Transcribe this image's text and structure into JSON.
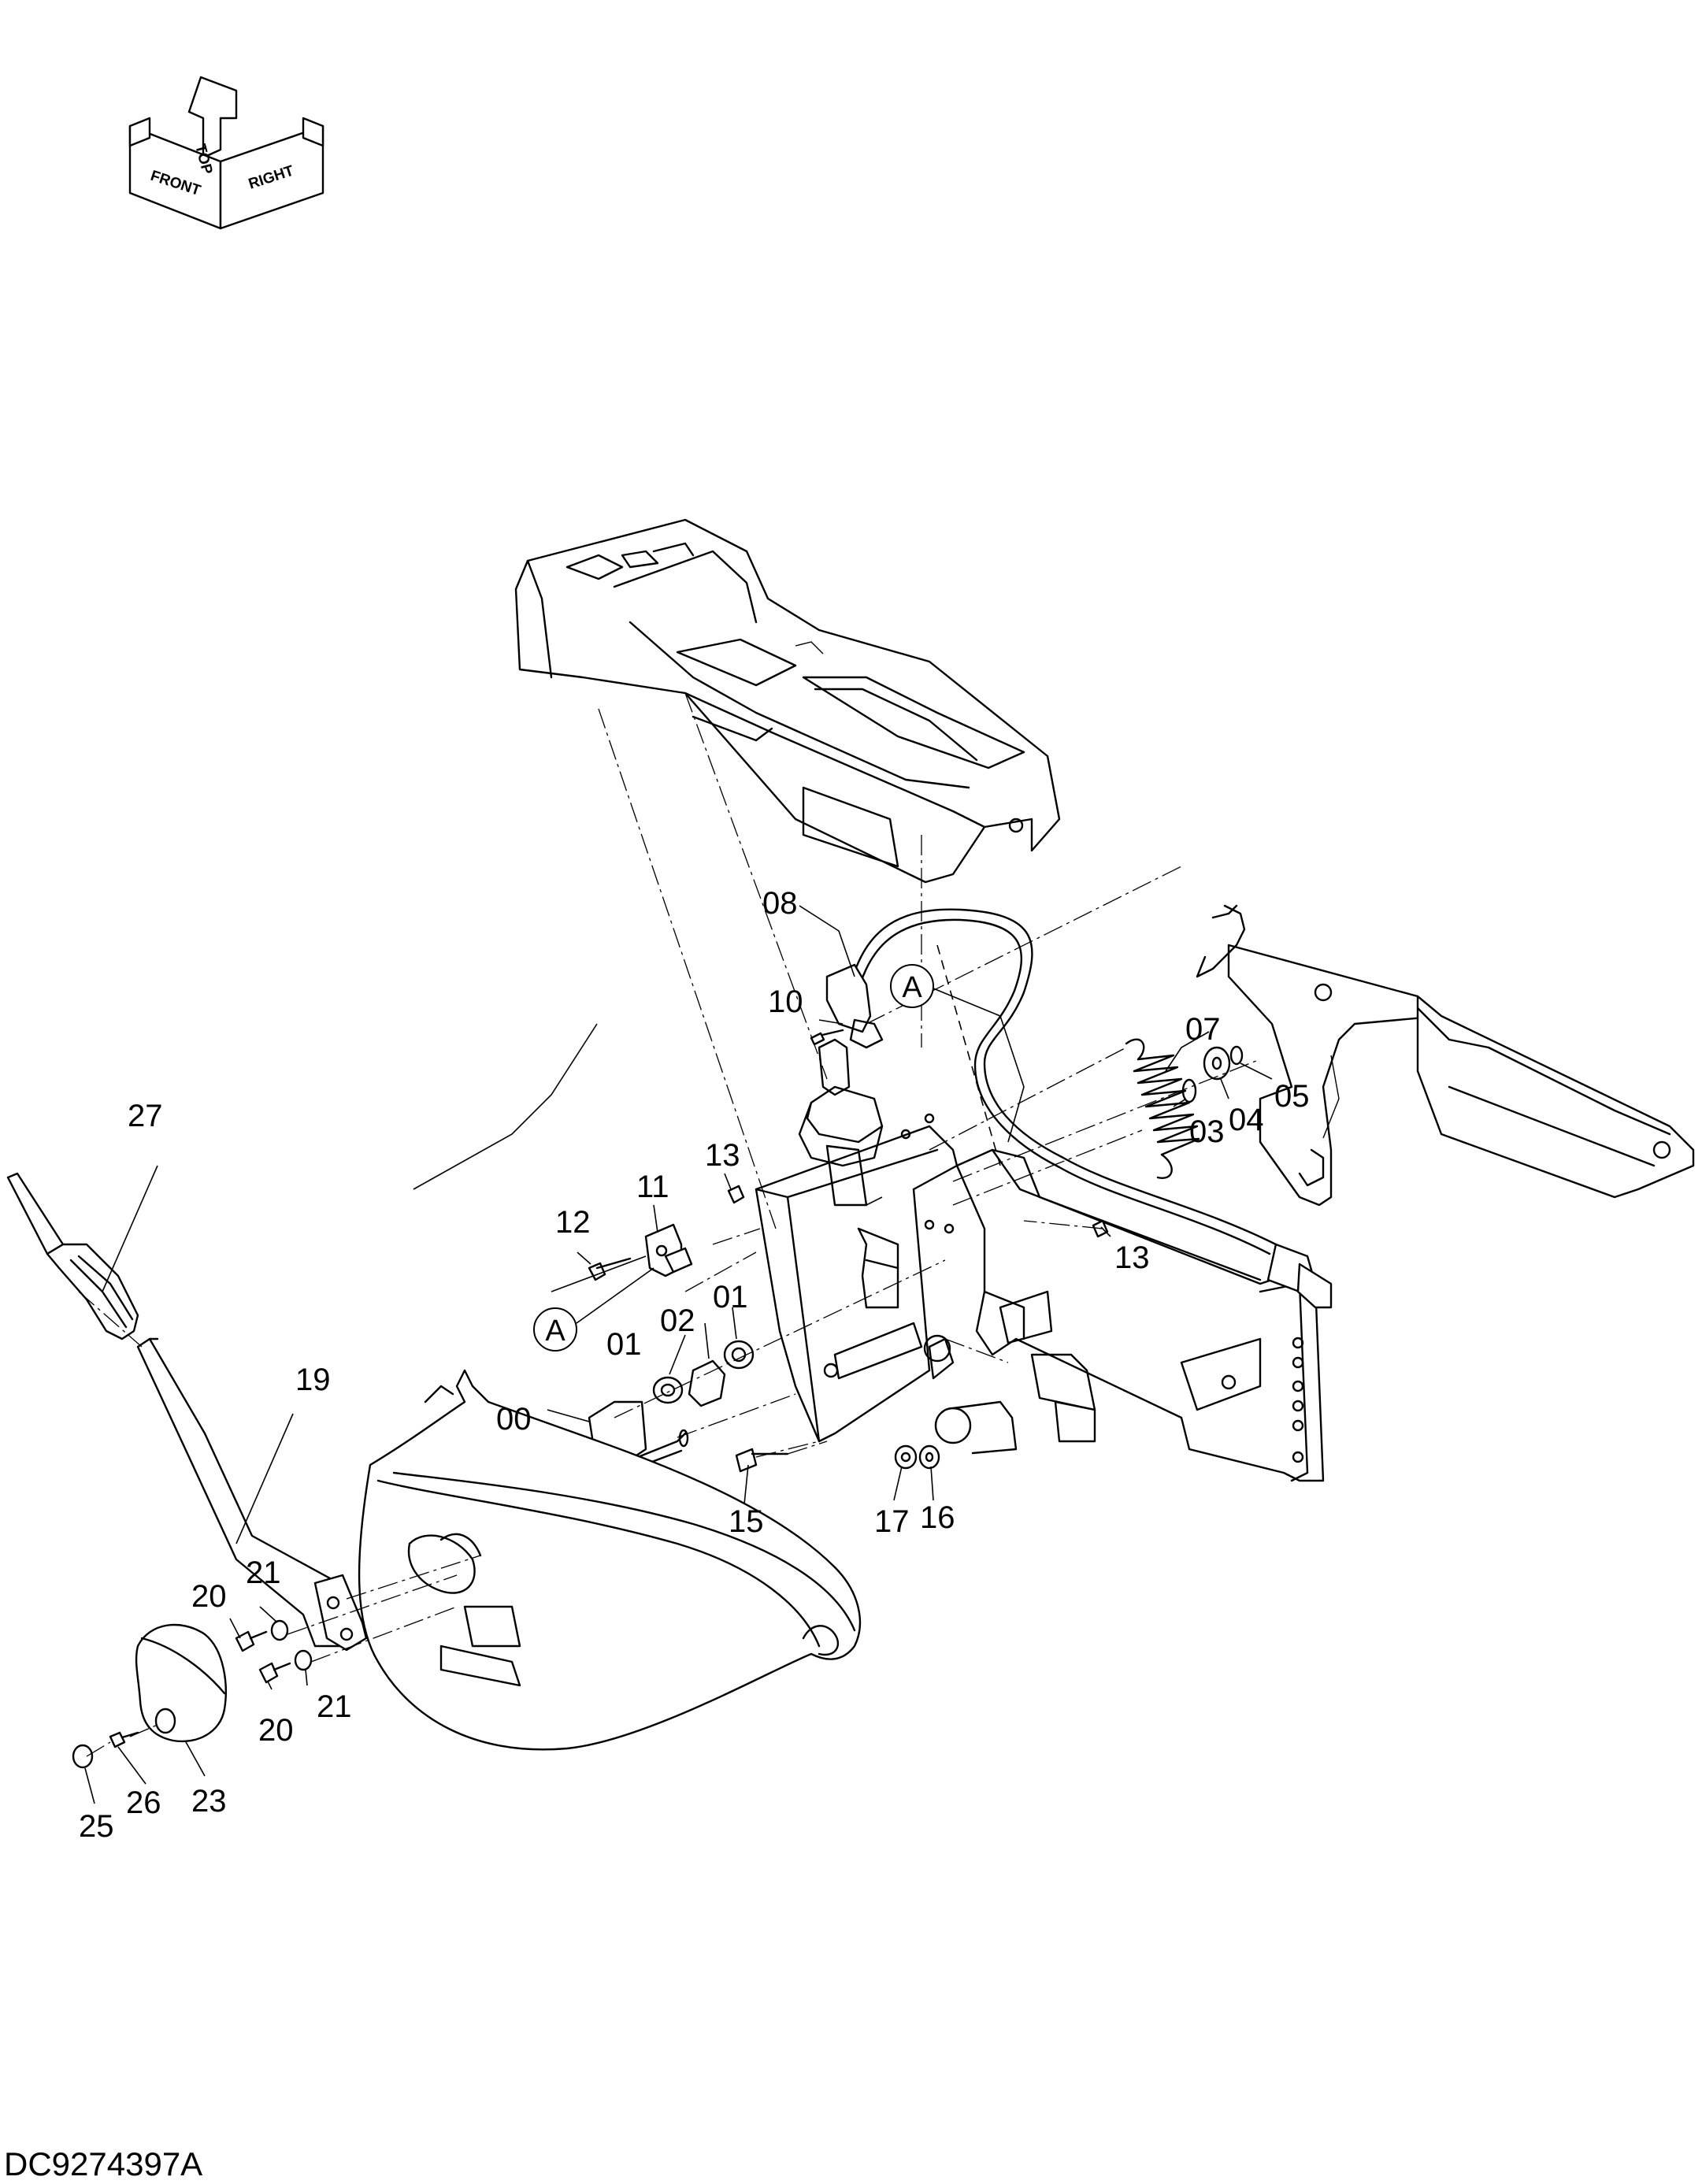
{
  "document_id": "DC9274397A",
  "orientation": {
    "top": "TOP",
    "front": "FRONT",
    "right": "RIGHT"
  },
  "callouts": {
    "a": "A"
  },
  "part_labels": {
    "p00": "00",
    "p01_left": "01",
    "p01_right": "01",
    "p02": "02",
    "p03": "03",
    "p04": "04",
    "p05": "05",
    "p07": "07",
    "p08": "08",
    "p10": "10",
    "p11": "11",
    "p12": "12",
    "p13_upper": "13",
    "p13_lower": "13",
    "p15": "15",
    "p16": "16",
    "p17": "17",
    "p19": "19",
    "p20_upper": "20",
    "p20_lower": "20",
    "p21_upper": "21",
    "p21_lower": "21",
    "p23": "23",
    "p25": "25",
    "p26": "26",
    "p27": "27"
  }
}
